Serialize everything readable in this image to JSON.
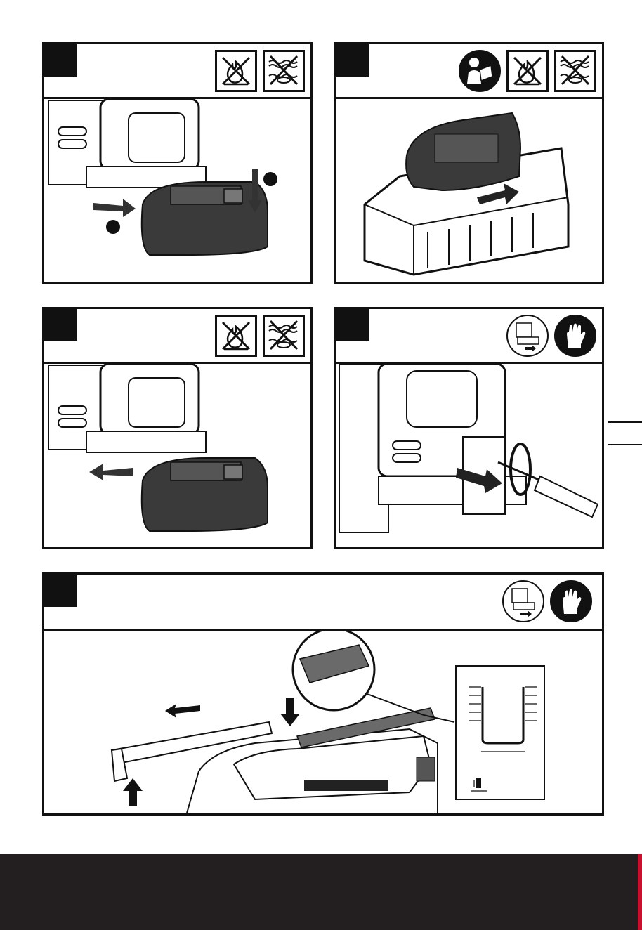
{
  "document": {
    "figures": [
      {
        "id": "fig-a",
        "icons": [
          "no-fire-icon",
          "no-water-icon"
        ]
      },
      {
        "id": "fig-b",
        "icons": [
          "read-manual-icon",
          "no-fire-icon",
          "no-water-icon"
        ]
      },
      {
        "id": "fig-c",
        "icons": [
          "no-fire-icon",
          "no-water-icon"
        ]
      },
      {
        "id": "fig-d",
        "icons": [
          "unplug-battery-icon",
          "wear-gloves-icon"
        ]
      },
      {
        "id": "fig-e",
        "icons": [
          "unplug-battery-icon",
          "wear-gloves-icon"
        ]
      }
    ],
    "colors": {
      "ink": "#111111",
      "footer": "#231f20",
      "accent": "#c8102e"
    }
  }
}
